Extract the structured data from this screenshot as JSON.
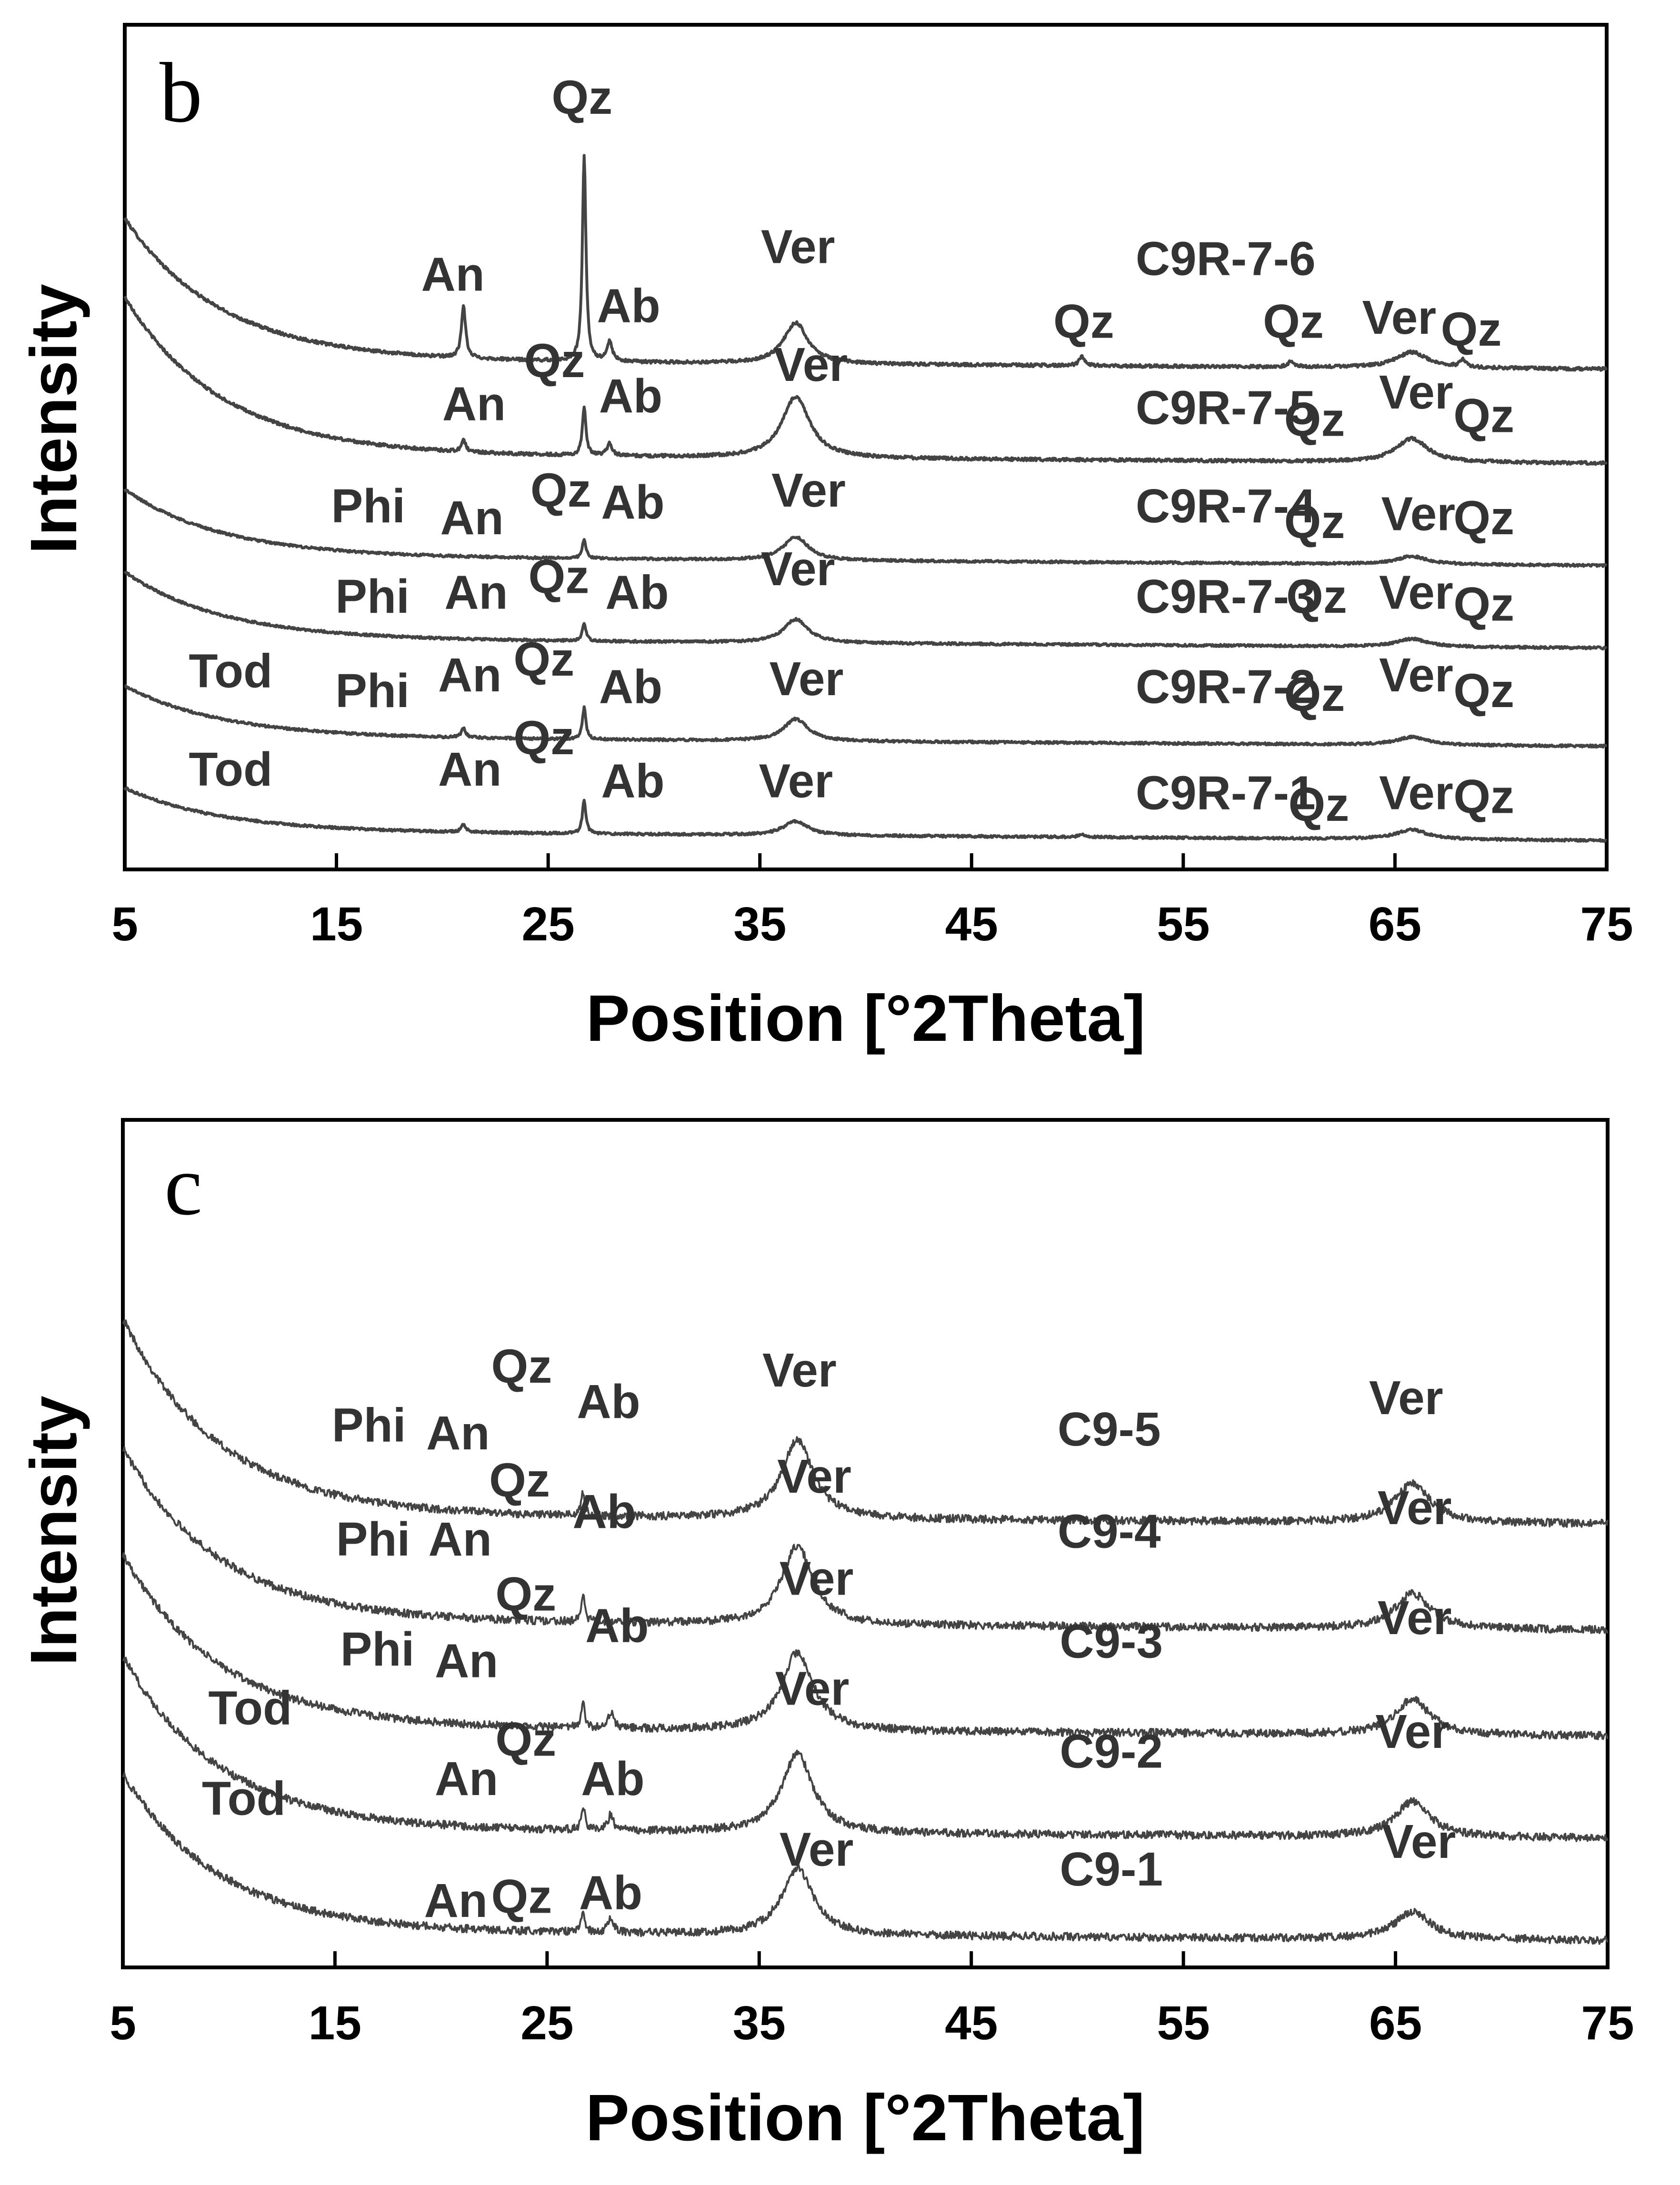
{
  "colors": {
    "trace": "#444444",
    "axis": "#000000",
    "text": "#333333"
  },
  "chart_data": [
    {
      "type": "line",
      "panel_label": "b",
      "xlabel": "Position [°2Theta]",
      "ylabel": "Intensity",
      "xlim": [
        5,
        75
      ],
      "ylim": [
        0,
        1
      ],
      "xticks": [
        "5",
        "15",
        "25",
        "35",
        "45",
        "55",
        "65",
        "75"
      ],
      "grid": false,
      "series": [
        {
          "name": "C9R-7-6",
          "baseline": 0.615,
          "background": 0.18,
          "noise": 0.004,
          "peaks": [
            [
              21.0,
              0.065,
              0.12
            ],
            [
              26.7,
              0.262,
              0.1
            ],
            [
              27.9,
              0.025,
              0.15
            ],
            [
              36.7,
              0.052,
              0.7
            ],
            [
              50.2,
              0.012,
              0.15
            ],
            [
              60.1,
              0.008,
              0.15
            ],
            [
              65.8,
              0.02,
              0.9
            ],
            [
              68.2,
              0.01,
              0.15
            ]
          ],
          "annotations": [
            {
              "text": "An",
              "x": 20.5,
              "y": 0.715
            },
            {
              "text": "Qz",
              "x": 26.6,
              "y": 0.94
            },
            {
              "text": "Ab",
              "x": 28.8,
              "y": 0.675
            },
            {
              "text": "Ver",
              "x": 36.8,
              "y": 0.75
            },
            {
              "text": "C9R-7-6",
              "x": 57.0,
              "y": 0.735
            },
            {
              "text": "Qz",
              "x": 50.3,
              "y": 0.655
            },
            {
              "text": "Qz",
              "x": 60.2,
              "y": 0.655
            },
            {
              "text": "Ver",
              "x": 65.2,
              "y": 0.66
            },
            {
              "text": "Qz",
              "x": 68.6,
              "y": 0.645
            }
          ]
        },
        {
          "name": "C9R-7-5",
          "baseline": 0.495,
          "background": 0.2,
          "noise": 0.004,
          "peaks": [
            [
              21.0,
              0.015,
              0.12
            ],
            [
              26.7,
              0.06,
              0.1
            ],
            [
              27.9,
              0.015,
              0.15
            ],
            [
              36.7,
              0.078,
              0.8
            ],
            [
              65.8,
              0.03,
              0.9
            ]
          ],
          "annotations": [
            {
              "text": "An",
              "x": 21.5,
              "y": 0.55
            },
            {
              "text": "Qz",
              "x": 25.3,
              "y": 0.605
            },
            {
              "text": "Ab",
              "x": 28.9,
              "y": 0.56
            },
            {
              "text": "Ver",
              "x": 37.4,
              "y": 0.6
            },
            {
              "text": "C9R-7-5",
              "x": 57.0,
              "y": 0.545
            },
            {
              "text": "Qz",
              "x": 61.2,
              "y": 0.53
            },
            {
              "text": "Ver",
              "x": 66.0,
              "y": 0.565
            },
            {
              "text": "Qz",
              "x": 69.2,
              "y": 0.535
            }
          ]
        },
        {
          "name": "C9R-7-4",
          "baseline": 0.365,
          "background": 0.085,
          "noise": 0.003,
          "peaks": [
            [
              26.7,
              0.025,
              0.1
            ],
            [
              36.7,
              0.03,
              0.7
            ],
            [
              65.8,
              0.01,
              0.9
            ]
          ],
          "annotations": [
            {
              "text": "Phi",
              "x": 16.5,
              "y": 0.42
            },
            {
              "text": "An",
              "x": 21.4,
              "y": 0.405
            },
            {
              "text": "Qz",
              "x": 25.6,
              "y": 0.44
            },
            {
              "text": "Ab",
              "x": 29.0,
              "y": 0.425
            },
            {
              "text": "Ver",
              "x": 37.3,
              "y": 0.44
            },
            {
              "text": "C9R-7-4",
              "x": 57.0,
              "y": 0.42
            },
            {
              "text": "Qz",
              "x": 61.2,
              "y": 0.4
            },
            {
              "text": "Ver",
              "x": 66.1,
              "y": 0.41
            },
            {
              "text": "Qz",
              "x": 69.2,
              "y": 0.405
            }
          ]
        },
        {
          "name": "C9R-7-3",
          "baseline": 0.26,
          "background": 0.085,
          "noise": 0.003,
          "peaks": [
            [
              26.7,
              0.022,
              0.1
            ],
            [
              36.7,
              0.03,
              0.7
            ],
            [
              65.8,
              0.01,
              0.9
            ]
          ],
          "annotations": [
            {
              "text": "Phi",
              "x": 16.7,
              "y": 0.305
            },
            {
              "text": "An",
              "x": 21.6,
              "y": 0.31
            },
            {
              "text": "Qz",
              "x": 25.5,
              "y": 0.33
            },
            {
              "text": "Ab",
              "x": 29.2,
              "y": 0.31
            },
            {
              "text": "Ver",
              "x": 36.8,
              "y": 0.34
            },
            {
              "text": "C9R-7-3",
              "x": 57.0,
              "y": 0.305
            },
            {
              "text": "Qz",
              "x": 61.3,
              "y": 0.305
            },
            {
              "text": "Ver",
              "x": 66.0,
              "y": 0.31
            },
            {
              "text": "Qz",
              "x": 69.2,
              "y": 0.295
            }
          ]
        },
        {
          "name": "C9R-7-2",
          "baseline": 0.135,
          "background": 0.065,
          "noise": 0.003,
          "peaks": [
            [
              21.0,
              0.012,
              0.12
            ],
            [
              26.7,
              0.04,
              0.1
            ],
            [
              36.7,
              0.028,
              0.7
            ],
            [
              65.8,
              0.01,
              0.9
            ]
          ],
          "annotations": [
            {
              "text": "Tod",
              "x": 10.0,
              "y": 0.21
            },
            {
              "text": "Phi",
              "x": 16.7,
              "y": 0.185
            },
            {
              "text": "An",
              "x": 21.3,
              "y": 0.205
            },
            {
              "text": "Qz",
              "x": 24.8,
              "y": 0.225
            },
            {
              "text": "Ab",
              "x": 28.9,
              "y": 0.19
            },
            {
              "text": "Ver",
              "x": 37.2,
              "y": 0.2
            },
            {
              "text": "C9R-7-2",
              "x": 57.0,
              "y": 0.19
            },
            {
              "text": "Qz",
              "x": 61.2,
              "y": 0.18
            },
            {
              "text": "Ver",
              "x": 66.0,
              "y": 0.205
            },
            {
              "text": "Qz",
              "x": 69.2,
              "y": 0.185
            }
          ]
        },
        {
          "name": "C9R-7-1",
          "baseline": 0.015,
          "background": 0.055,
          "noise": 0.003,
          "peaks": [
            [
              21.0,
              0.01,
              0.12
            ],
            [
              26.7,
              0.043,
              0.1
            ],
            [
              36.7,
              0.018,
              0.7
            ],
            [
              50.2,
              0.004,
              0.15
            ],
            [
              65.8,
              0.012,
              0.9
            ]
          ],
          "annotations": [
            {
              "text": "Tod",
              "x": 10.0,
              "y": 0.085
            },
            {
              "text": "An",
              "x": 21.3,
              "y": 0.085
            },
            {
              "text": "Qz",
              "x": 24.8,
              "y": 0.125
            },
            {
              "text": "Ab",
              "x": 29.0,
              "y": 0.07
            },
            {
              "text": "Ver",
              "x": 36.7,
              "y": 0.07
            },
            {
              "text": "C9R-7-1",
              "x": 57.0,
              "y": 0.055
            },
            {
              "text": "Qz",
              "x": 61.4,
              "y": 0.04
            },
            {
              "text": "Ver",
              "x": 66.0,
              "y": 0.055
            },
            {
              "text": "Qz",
              "x": 69.2,
              "y": 0.05
            }
          ]
        }
      ]
    },
    {
      "type": "line",
      "panel_label": "c",
      "xlabel": "Position [°2Theta]",
      "ylabel": "Intensity",
      "xlim": [
        5,
        75
      ],
      "ylim": [
        0,
        1
      ],
      "xticks": [
        "5",
        "15",
        "25",
        "35",
        "45",
        "55",
        "65",
        "75"
      ],
      "grid": false,
      "series": [
        {
          "name": "C9-5",
          "baseline": 0.545,
          "background": 0.25,
          "noise": 0.01,
          "peaks": [
            [
              26.7,
              0.03,
              0.1
            ],
            [
              36.8,
              0.1,
              0.9
            ],
            [
              65.8,
              0.05,
              1.0
            ]
          ],
          "annotations": [
            {
              "text": "Phi",
              "x": 16.6,
              "y": 0.65
            },
            {
              "text": "An",
              "x": 20.8,
              "y": 0.64
            },
            {
              "text": "Qz",
              "x": 23.8,
              "y": 0.725
            },
            {
              "text": "Ab",
              "x": 27.9,
              "y": 0.68
            },
            {
              "text": "Ver",
              "x": 36.9,
              "y": 0.72
            },
            {
              "text": "C9-5",
              "x": 51.5,
              "y": 0.645
            },
            {
              "text": "Ver",
              "x": 65.5,
              "y": 0.685
            }
          ]
        },
        {
          "name": "C9-4",
          "baseline": 0.41,
          "background": 0.22,
          "noise": 0.01,
          "peaks": [
            [
              26.7,
              0.035,
              0.1
            ],
            [
              36.8,
              0.1,
              0.9
            ],
            [
              65.8,
              0.045,
              1.0
            ]
          ],
          "annotations": [
            {
              "text": "Phi",
              "x": 16.8,
              "y": 0.505
            },
            {
              "text": "An",
              "x": 20.9,
              "y": 0.505
            },
            {
              "text": "Qz",
              "x": 23.7,
              "y": 0.58
            },
            {
              "text": "Ab",
              "x": 27.7,
              "y": 0.54
            },
            {
              "text": "Ver",
              "x": 37.6,
              "y": 0.585
            },
            {
              "text": "C9-4",
              "x": 51.5,
              "y": 0.515
            },
            {
              "text": "Ver",
              "x": 65.9,
              "y": 0.545
            }
          ]
        },
        {
          "name": "C9-3",
          "baseline": 0.275,
          "background": 0.22,
          "noise": 0.01,
          "peaks": [
            [
              26.7,
              0.03,
              0.1
            ],
            [
              28.0,
              0.02,
              0.15
            ],
            [
              36.8,
              0.1,
              0.9
            ],
            [
              65.8,
              0.045,
              1.0
            ]
          ],
          "annotations": [
            {
              "text": "Phi",
              "x": 17.0,
              "y": 0.365
            },
            {
              "text": "An",
              "x": 21.2,
              "y": 0.35
            },
            {
              "text": "Qz",
              "x": 24.0,
              "y": 0.435
            },
            {
              "text": "Ab",
              "x": 28.3,
              "y": 0.395
            },
            {
              "text": "Ver",
              "x": 37.7,
              "y": 0.455
            },
            {
              "text": "C9-3",
              "x": 51.6,
              "y": 0.375
            },
            {
              "text": "Ver",
              "x": 65.9,
              "y": 0.405
            }
          ]
        },
        {
          "name": "C9-2",
          "baseline": 0.145,
          "background": 0.22,
          "noise": 0.01,
          "peaks": [
            [
              26.7,
              0.03,
              0.1
            ],
            [
              28.0,
              0.02,
              0.15
            ],
            [
              36.8,
              0.1,
              0.9
            ],
            [
              65.8,
              0.045,
              1.0
            ]
          ],
          "annotations": [
            {
              "text": "Tod",
              "x": 11.0,
              "y": 0.29
            },
            {
              "text": "An",
              "x": 21.2,
              "y": 0.2
            },
            {
              "text": "Qz",
              "x": 24.0,
              "y": 0.25
            },
            {
              "text": "Ab",
              "x": 28.1,
              "y": 0.2
            },
            {
              "text": "Ver",
              "x": 37.5,
              "y": 0.315
            },
            {
              "text": "C9-2",
              "x": 51.6,
              "y": 0.235
            },
            {
              "text": "Ver",
              "x": 65.8,
              "y": 0.26
            }
          ]
        },
        {
          "name": "C9-1",
          "baseline": 0.015,
          "background": 0.2,
          "noise": 0.01,
          "peaks": [
            [
              26.7,
              0.025,
              0.1
            ],
            [
              28.0,
              0.02,
              0.15
            ],
            [
              36.8,
              0.085,
              0.9
            ],
            [
              65.8,
              0.035,
              1.0
            ]
          ],
          "annotations": [
            {
              "text": "Tod",
              "x": 10.7,
              "y": 0.175
            },
            {
              "text": "An",
              "x": 20.7,
              "y": 0.045
            },
            {
              "text": "Qz",
              "x": 23.8,
              "y": 0.05
            },
            {
              "text": "Ab",
              "x": 28.0,
              "y": 0.055
            },
            {
              "text": "Ver",
              "x": 37.7,
              "y": 0.11
            },
            {
              "text": "C9-1",
              "x": 51.6,
              "y": 0.085
            },
            {
              "text": "Ver",
              "x": 66.1,
              "y": 0.12
            }
          ]
        }
      ]
    }
  ]
}
